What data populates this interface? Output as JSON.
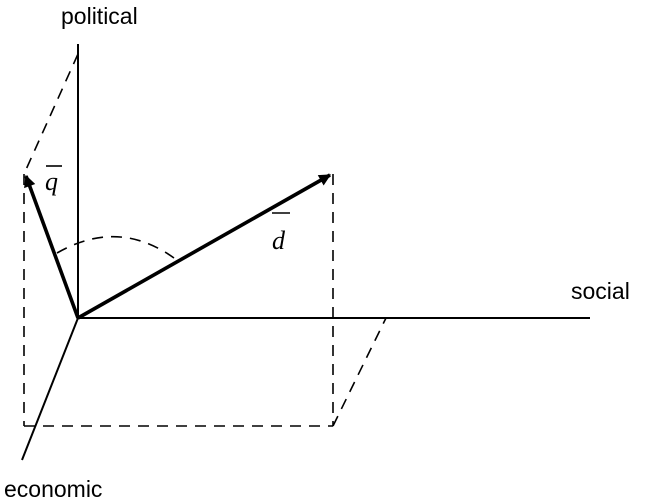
{
  "axes": {
    "vertical": "political",
    "horizontal": "social",
    "depth": "economic"
  },
  "vectors": {
    "q": "q",
    "d": "d"
  }
}
